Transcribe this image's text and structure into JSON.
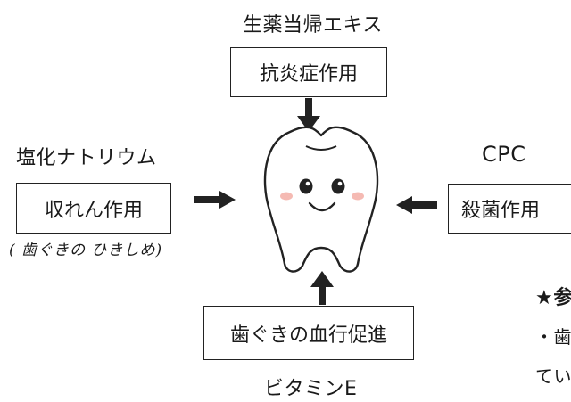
{
  "top": {
    "ingredient": "生薬当帰エキス",
    "effect": "抗炎症作用"
  },
  "left": {
    "ingredient": "塩化ナトリウム",
    "effect": "収れん作用",
    "note": "( 歯ぐきの ひきしめ)"
  },
  "right": {
    "ingredient": "CPC",
    "effect": "殺菌作用"
  },
  "bottom": {
    "ingredient": "ビタミンE",
    "effect": "歯ぐきの血行促進"
  },
  "aside": {
    "title": "★参",
    "line1": "・歯",
    "line2": "てい"
  },
  "colors": {
    "line": "#222222",
    "cheek": "#f2a9a0",
    "arrow": "#222222"
  }
}
